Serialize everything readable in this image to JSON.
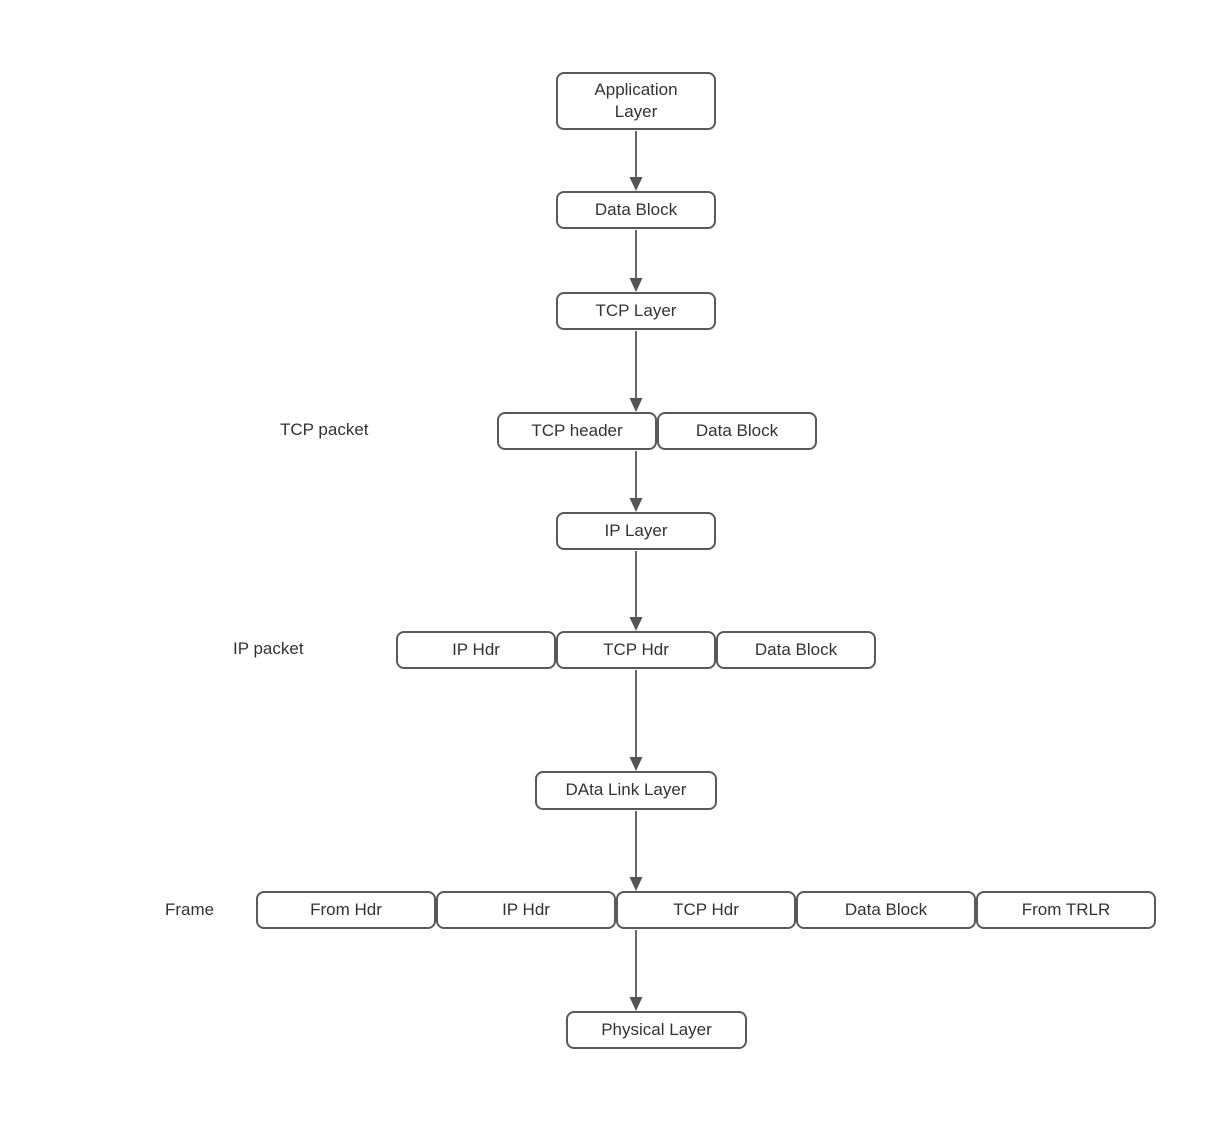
{
  "colors": {
    "background": "#ffffff",
    "node_border": "#595959",
    "node_fill": "#ffffff",
    "text": "#333333",
    "arrow_line": "#666666",
    "arrow_head": "#555555"
  },
  "flow": {
    "application_layer": {
      "label": "Application Layer"
    },
    "data_block": {
      "label": "Data Block"
    },
    "tcp_layer": {
      "label": "TCP Layer"
    },
    "tcp_packet": {
      "label": "TCP packet",
      "segments": [
        "TCP header",
        "Data Block"
      ]
    },
    "ip_layer": {
      "label": "IP Layer"
    },
    "ip_packet": {
      "label": "IP packet",
      "segments": [
        "IP Hdr",
        "TCP Hdr",
        "Data Block"
      ]
    },
    "data_link_layer": {
      "label": "DAta Link Layer"
    },
    "frame": {
      "label": "Frame",
      "segments": [
        "From Hdr",
        "IP Hdr",
        "TCP Hdr",
        "Data Block",
        "From TRLR"
      ]
    },
    "physical_layer": {
      "label": "Physical Layer"
    }
  }
}
